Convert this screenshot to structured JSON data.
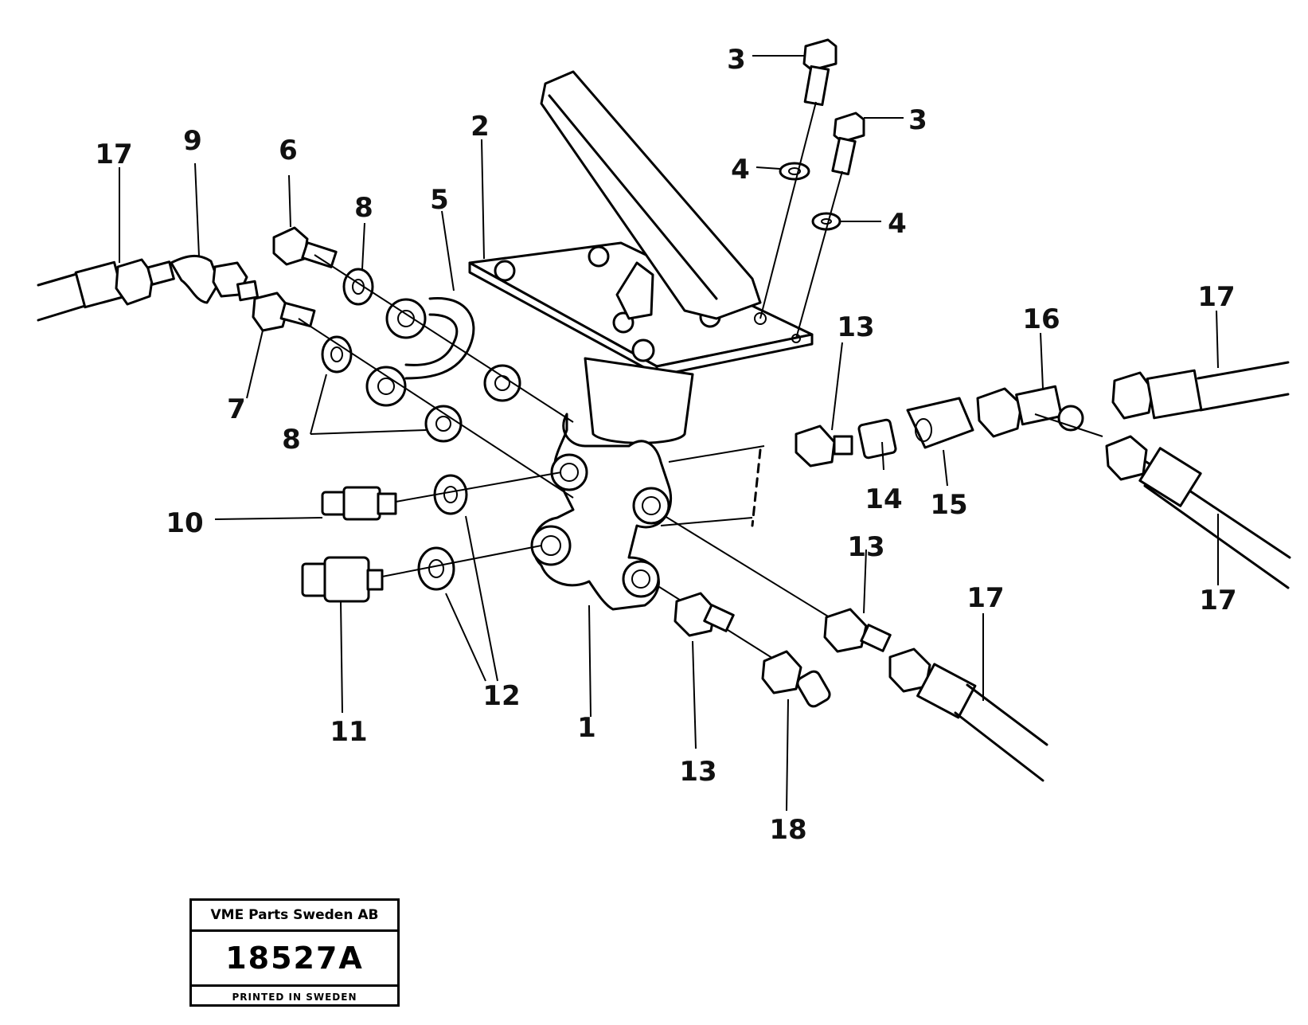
{
  "labels": {
    "l1": "1",
    "l2": "2",
    "l3a": "3",
    "l3b": "3",
    "l4a": "4",
    "l4b": "4",
    "l5": "5",
    "l6": "6",
    "l7": "7",
    "l8a": "8",
    "l8b": "8",
    "l9": "9",
    "l10": "10",
    "l11": "11",
    "l12": "12",
    "l13a": "13",
    "l13b": "13",
    "l13c": "13",
    "l14": "14",
    "l15": "15",
    "l16": "16",
    "l17a": "17",
    "l17b": "17",
    "l17c": "17",
    "l17d": "17",
    "l18": "18"
  },
  "title_block": {
    "company": "VME Parts Sweden AB",
    "drawing_number": "18527A",
    "printed": "PRINTED IN SWEDEN"
  }
}
